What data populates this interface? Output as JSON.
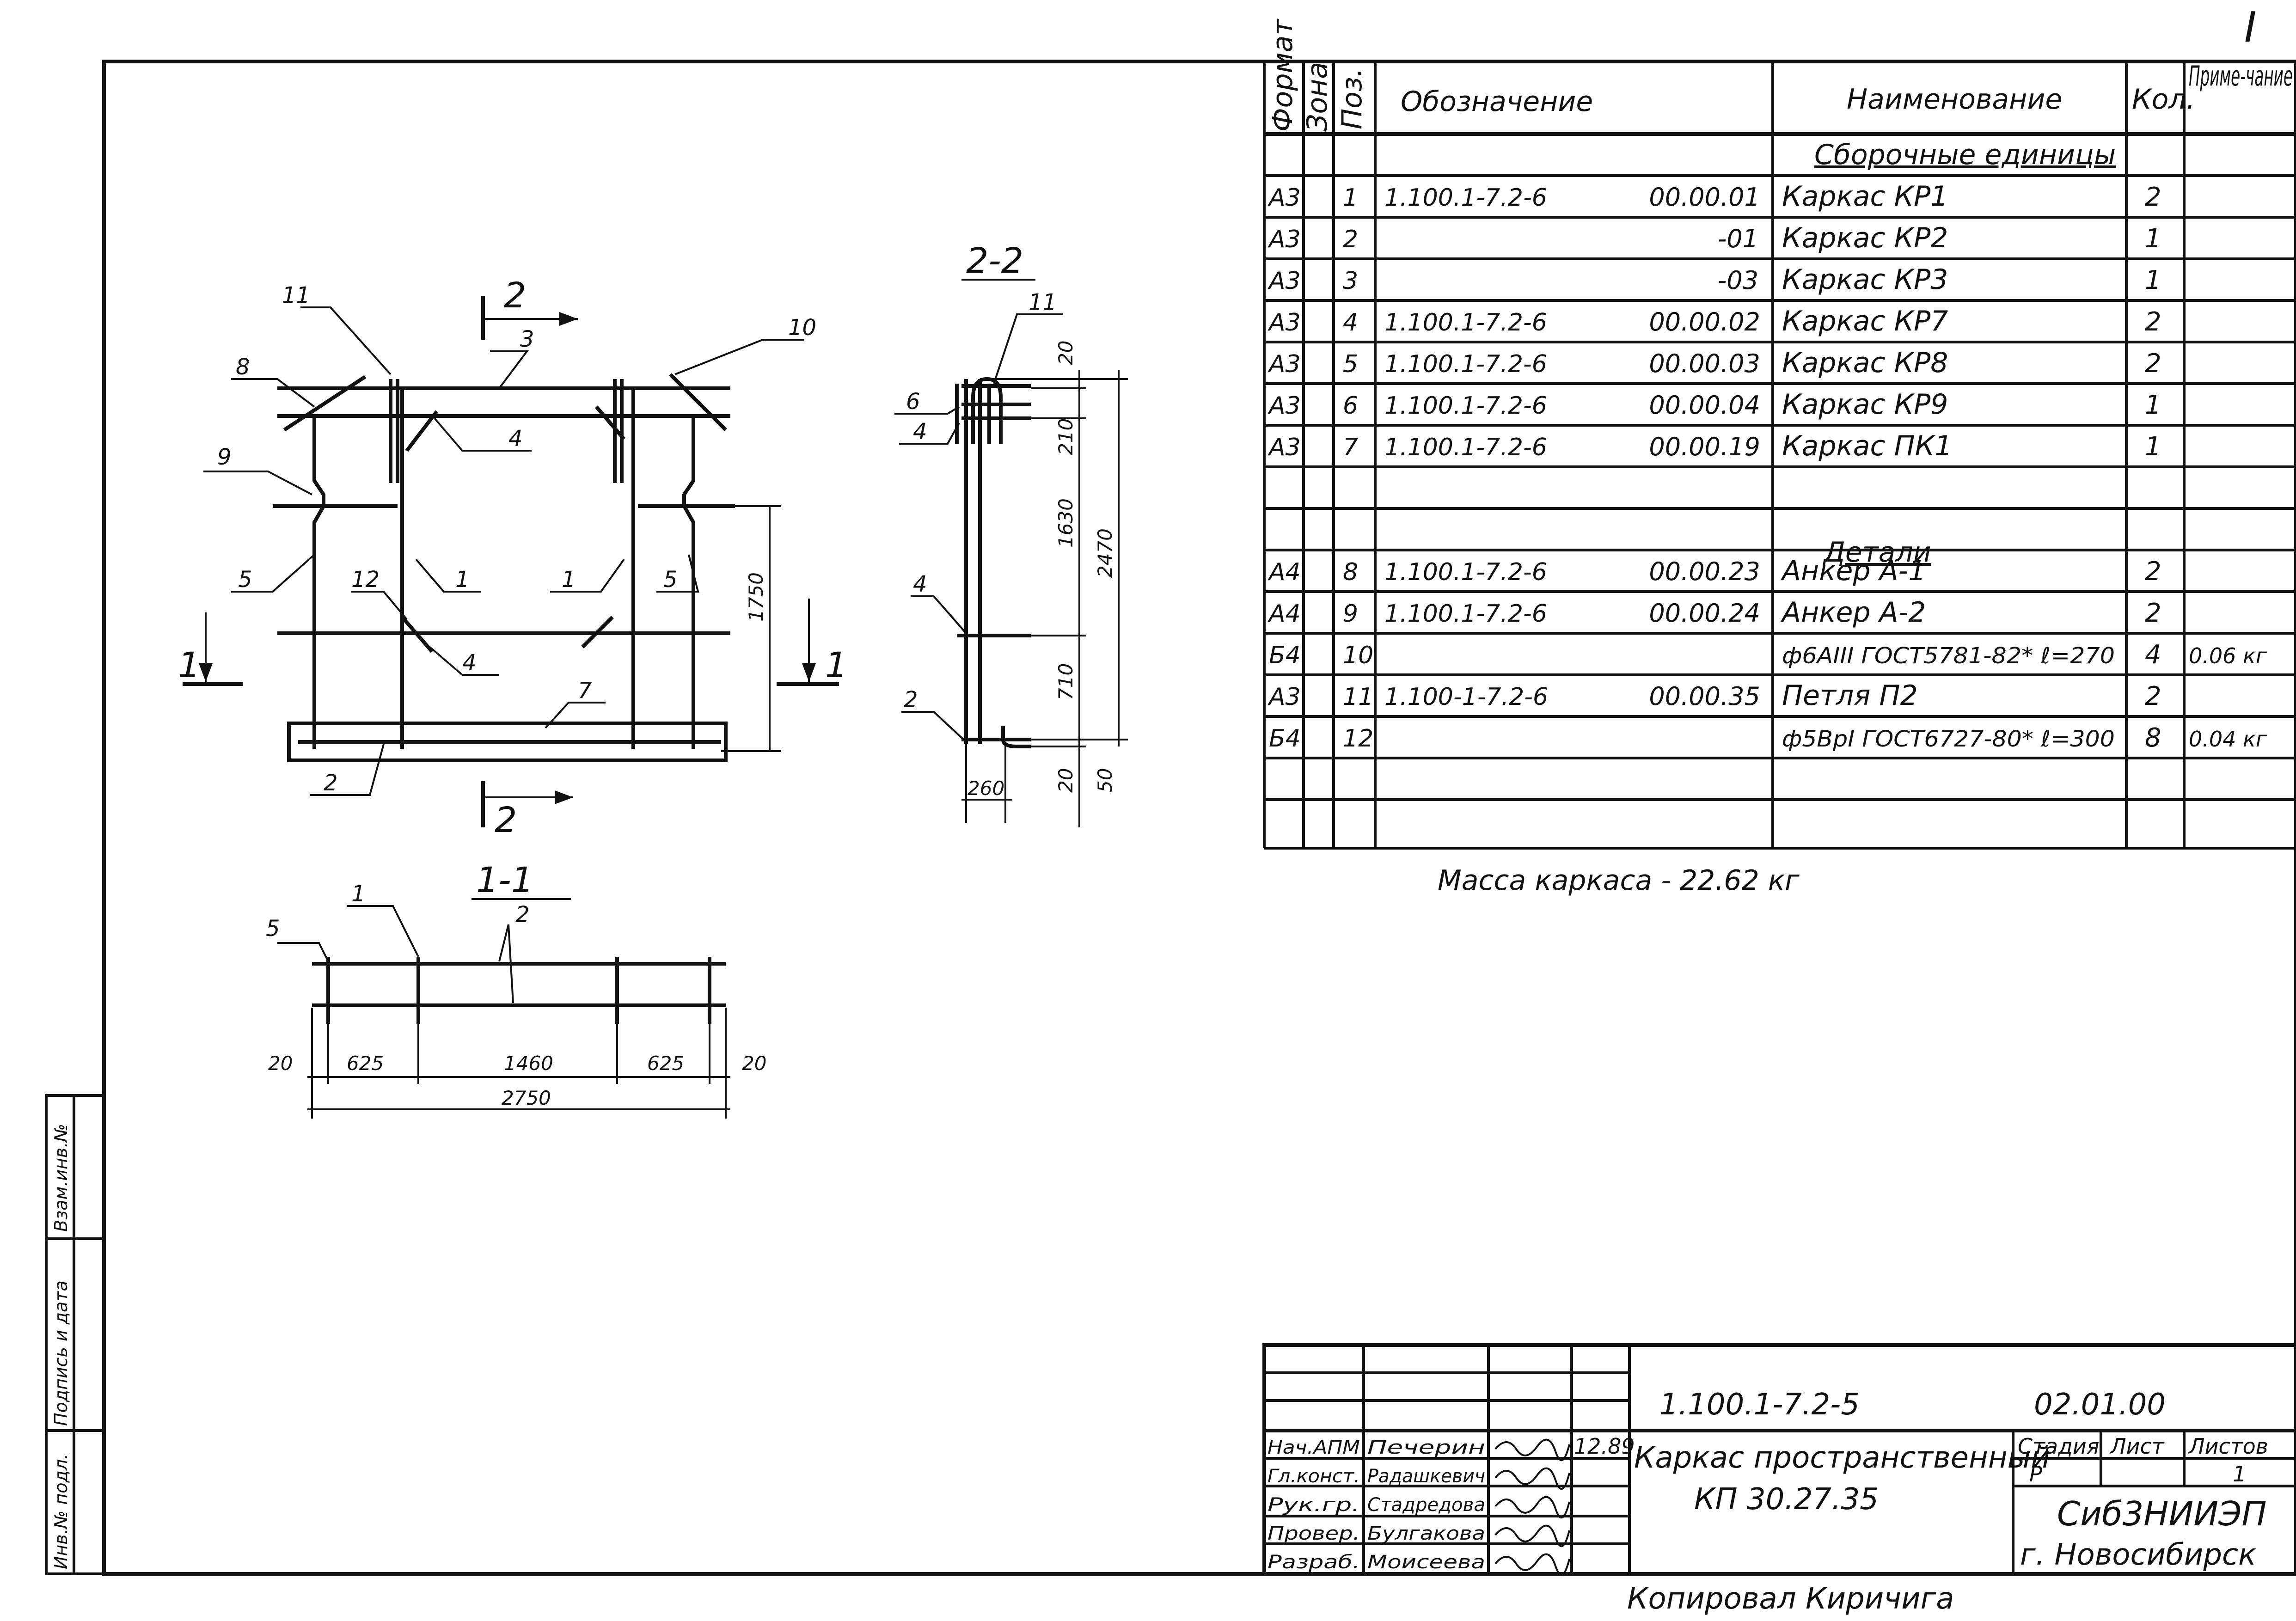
{
  "page_corner_mark": "I",
  "drawing_labels": {
    "main_view": {
      "callouts": [
        "11",
        "8",
        "3",
        "10",
        "9",
        "4",
        "5",
        "12",
        "1",
        "1",
        "5",
        "4",
        "7",
        "2"
      ],
      "section_mark_top": "2",
      "section_mark_bottom": "2",
      "section_mark_left": "1",
      "section_mark_right": "1",
      "dim_height": "1750"
    },
    "section_1_1": {
      "title": "1-1",
      "callouts": [
        "1",
        "2",
        "5"
      ],
      "dims": [
        "20",
        "625",
        "1460",
        "625",
        "20"
      ],
      "dim_total": "2750"
    },
    "section_2_2": {
      "title": "2-2",
      "callouts": [
        "11",
        "6",
        "4",
        "4",
        "2"
      ],
      "dims_vertical": [
        "20",
        "210",
        "1630",
        "2470",
        "710",
        "20",
        "50"
      ],
      "dim_bottom": "260"
    }
  },
  "spec_table": {
    "headers": {
      "format": "Формат",
      "zone": "Зона",
      "pos": "Поз.",
      "designation": "Обозначение",
      "name": "Наименование",
      "qty": "Кол.",
      "note": "Приме-чание"
    },
    "section_assemblies": "Сборочные единицы",
    "section_details": "Детали",
    "rows": [
      {
        "format": "",
        "pos": "",
        "designation": "",
        "code": "",
        "name": "",
        "qty": "",
        "note": ""
      },
      {
        "format": "А3",
        "pos": "1",
        "designation": "1.100.1-7.2-6",
        "code": "00.00.01",
        "name": "Каркас КР1",
        "qty": "2",
        "note": ""
      },
      {
        "format": "А3",
        "pos": "2",
        "designation": "",
        "code": "-01",
        "name": "Каркас КР2",
        "qty": "1",
        "note": ""
      },
      {
        "format": "А3",
        "pos": "3",
        "designation": "",
        "code": "-03",
        "name": "Каркас КР3",
        "qty": "1",
        "note": ""
      },
      {
        "format": "А3",
        "pos": "4",
        "designation": "1.100.1-7.2-6",
        "code": "00.00.02",
        "name": "Каркас КР7",
        "qty": "2",
        "note": ""
      },
      {
        "format": "А3",
        "pos": "5",
        "designation": "1.100.1-7.2-6",
        "code": "00.00.03",
        "name": "Каркас КР8",
        "qty": "2",
        "note": ""
      },
      {
        "format": "А3",
        "pos": "6",
        "designation": "1.100.1-7.2-6",
        "code": "00.00.04",
        "name": "Каркас КР9",
        "qty": "1",
        "note": ""
      },
      {
        "format": "А3",
        "pos": "7",
        "designation": "1.100.1-7.2-6",
        "code": "00.00.19",
        "name": "Каркас ПК1",
        "qty": "1",
        "note": ""
      },
      {
        "format": "",
        "pos": "",
        "designation": "",
        "code": "",
        "name": "",
        "qty": "",
        "note": ""
      },
      {
        "format": "",
        "pos": "",
        "designation": "",
        "code": "",
        "name": "",
        "qty": "",
        "note": ""
      },
      {
        "format": "А4",
        "pos": "8",
        "designation": "1.100.1-7.2-6",
        "code": "00.00.23",
        "name": "Анкер А-1",
        "qty": "2",
        "note": ""
      },
      {
        "format": "А4",
        "pos": "9",
        "designation": "1.100.1-7.2-6",
        "code": "00.00.24",
        "name": "Анкер А-2",
        "qty": "2",
        "note": ""
      },
      {
        "format": "Б4",
        "pos": "10",
        "designation": "",
        "code": "",
        "name": "ф6АIII ГОСТ5781-82* ℓ=270",
        "qty": "4",
        "note": "0.06 кг"
      },
      {
        "format": "А3",
        "pos": "11",
        "designation": "1.100-1-7.2-6",
        "code": "00.00.35",
        "name": "Петля П2",
        "qty": "2",
        "note": ""
      },
      {
        "format": "Б4",
        "pos": "12",
        "designation": "",
        "code": "",
        "name": "ф5ВрI ГОСТ6727-80* ℓ=300",
        "qty": "8",
        "note": "0.04 кг"
      },
      {
        "format": "",
        "pos": "",
        "designation": "",
        "code": "",
        "name": "",
        "qty": "",
        "note": ""
      }
    ]
  },
  "mass_note": "Масса каркаса - 22.62 кг",
  "title_block": {
    "doc_number": "1.100.1-7.2-5",
    "sheet_code": "02.01.00",
    "title_line1": "Каркас пространственный",
    "title_line2": "КП 30.27.35",
    "stage_label": "Стадия",
    "sheet_label": "Лист",
    "sheets_label": "Листов",
    "stage_value": "Р",
    "sheet_value": "",
    "sheets_value": "1",
    "org_line1": "Сиб3НИИЭП",
    "org_line2": "г. Новосибирск",
    "date": "12.89",
    "people": [
      {
        "role": "Нач.АПМ",
        "name": "Печерин"
      },
      {
        "role": "Гл.конст.",
        "name": "Радашкевич"
      },
      {
        "role": "Рук.гр.",
        "name": "Стадредова"
      },
      {
        "role": "Провер.",
        "name": "Булгакова"
      },
      {
        "role": "Разраб.",
        "name": "Моисеева"
      }
    ],
    "copied_by": "Копировал   Киричига"
  },
  "side_stamp": {
    "inv_orig": "Инв.№ подл.",
    "sign_date": "Подпись и дата",
    "replace_inv": "Взам.инв.№"
  }
}
